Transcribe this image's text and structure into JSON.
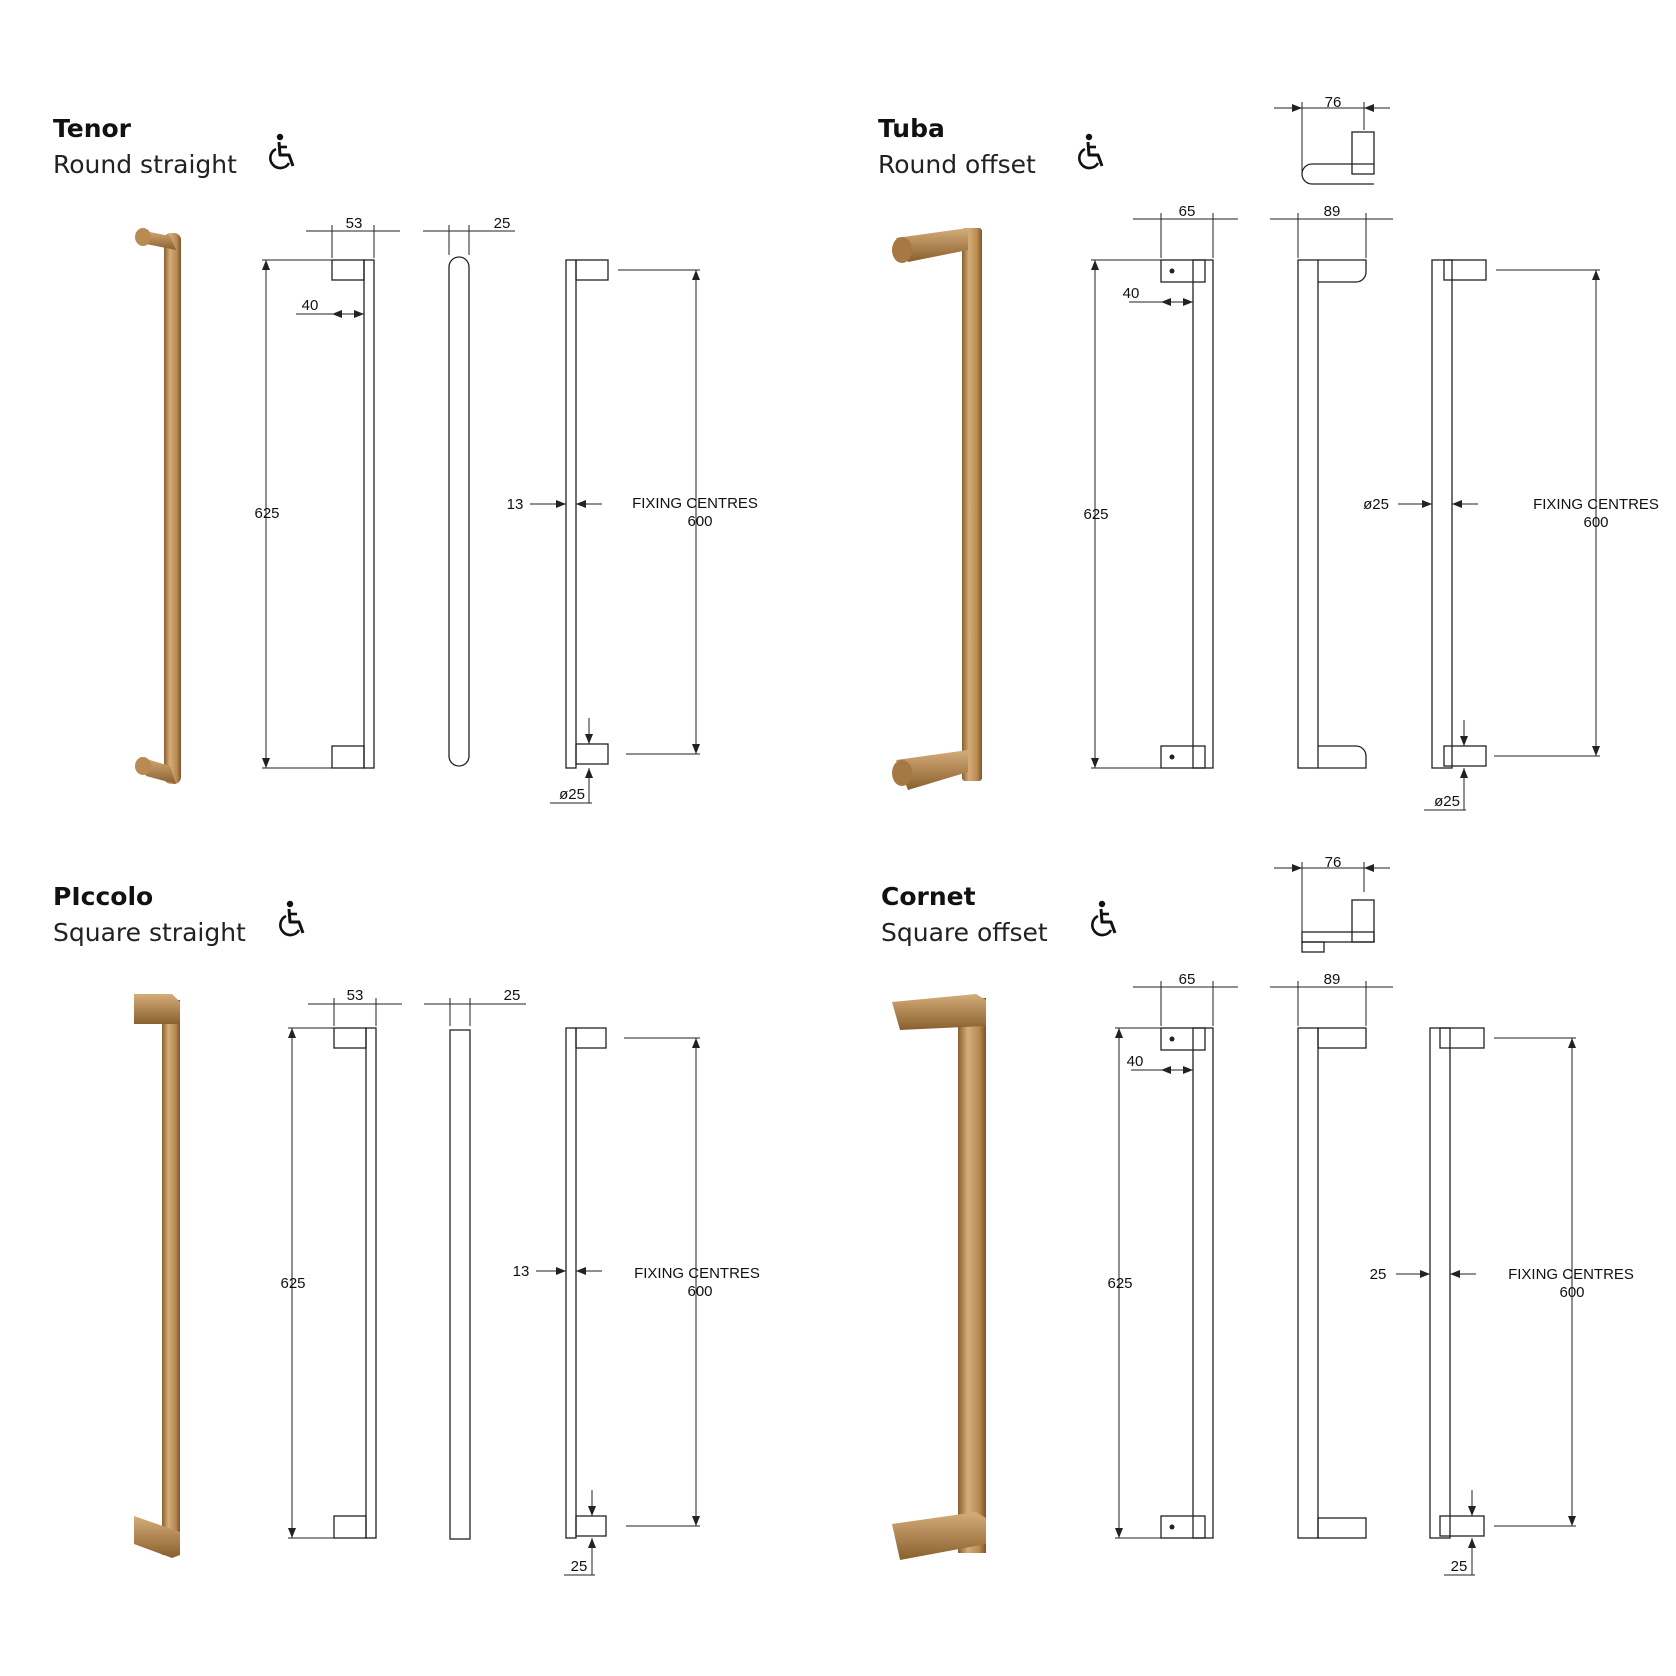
{
  "colors": {
    "brass_light": "#d4ad79",
    "brass_mid": "#b98a52",
    "brass_dark": "#8a5f2e",
    "line": "#222222"
  },
  "icons": {
    "accessibility": "wheelchair-icon"
  },
  "products": [
    {
      "title": "Tenor",
      "subtitle": "Round straight",
      "dims": {
        "length": "625",
        "projection": "53",
        "inner": "40",
        "thickness": "25",
        "side": "13",
        "fixing_label": "FIXING CENTRES",
        "fixing_value": "600",
        "fixing_dia": "ø25"
      }
    },
    {
      "title": "Tuba",
      "subtitle": "Round offset",
      "dims": {
        "offset": "76",
        "length": "625",
        "projection": "65",
        "inner": "40",
        "depth": "89",
        "diameter": "ø25",
        "fixing_label": "FIXING CENTRES",
        "fixing_value": "600",
        "fixing_dia": "ø25"
      }
    },
    {
      "title": "PIccolo",
      "subtitle": "Square straight",
      "dims": {
        "length": "625",
        "projection": "53",
        "thickness": "25",
        "side": "13",
        "fixing_label": "FIXING CENTRES",
        "fixing_value": "600",
        "fixing_dia": "25"
      }
    },
    {
      "title": "Cornet",
      "subtitle": "Square offset",
      "dims": {
        "offset": "76",
        "length": "625",
        "projection": "65",
        "inner": "40",
        "depth": "89",
        "side": "25",
        "fixing_label": "FIXING CENTRES",
        "fixing_value": "600",
        "fixing_dia": "25"
      }
    }
  ]
}
